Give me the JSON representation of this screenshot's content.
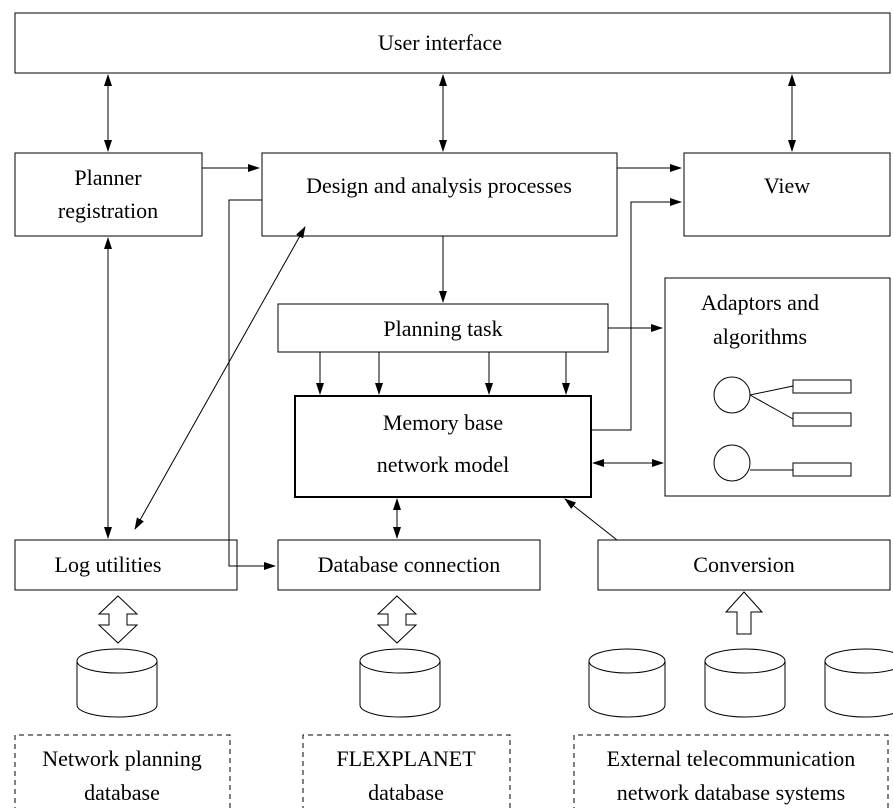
{
  "boxes": {
    "user_interface": "User interface",
    "planner_registration_line1": "Planner",
    "planner_registration_line2": "registration",
    "design_analysis": "Design and analysis processes",
    "view": "View",
    "planning_task": "Planning task",
    "adaptors_line1": "Adaptors and",
    "adaptors_line2": "algorithms",
    "memory_line1": "Memory base",
    "memory_line2": "network model",
    "log_utilities": "Log utilities",
    "database_connection": "Database connection",
    "conversion": "Conversion"
  },
  "databases": {
    "network_planning_line1": "Network planning",
    "network_planning_line2": "database",
    "flexplanet_line1": "FLEXPLANET",
    "flexplanet_line2": "database",
    "external_line1": "External telecommunication",
    "external_line2": "network database systems"
  }
}
